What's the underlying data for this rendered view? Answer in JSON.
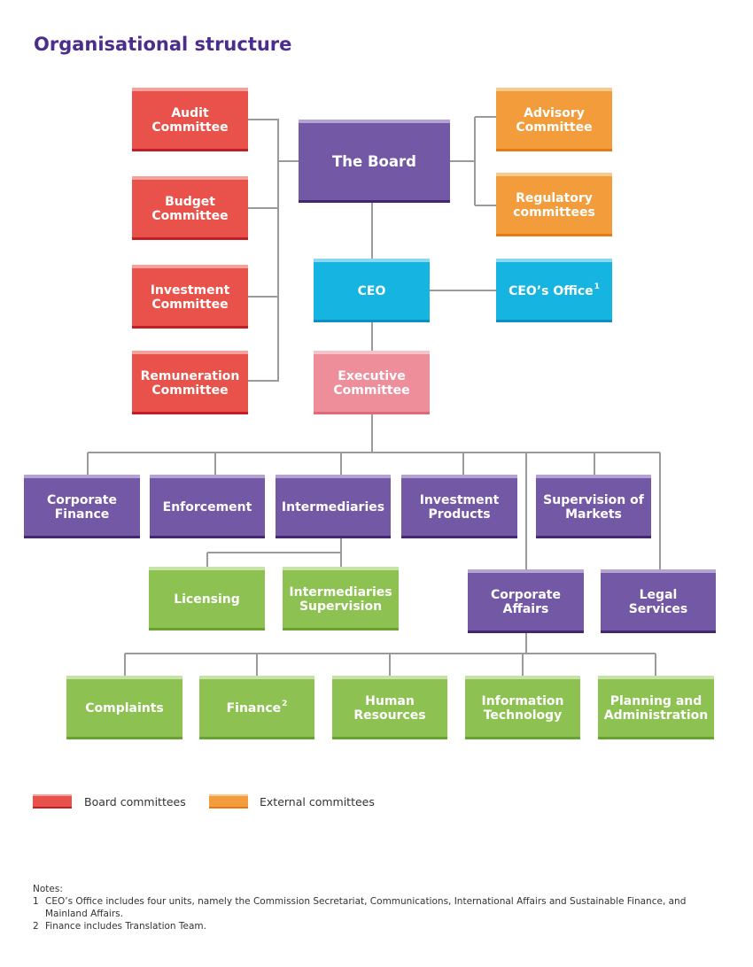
{
  "title": "Organisational structure",
  "colors": {
    "board_committee": "#e8524a",
    "external_committee": "#f39c3c",
    "board_and_divisions": "#7358a6",
    "ceo": "#16b4e0",
    "executive_committee": "#ef8e9b",
    "departments": "#8dc152",
    "connector": "#9a9a9a"
  },
  "nodes": {
    "audit_committee": "Audit\nCommittee",
    "budget_committee": "Budget\nCommittee",
    "investment_committee": "Investment\nCommittee",
    "remuneration_committee": "Remuneration\nCommittee",
    "the_board": "The Board",
    "advisory_committee": "Advisory\nCommittee",
    "regulatory_committees": "Regulatory\ncommittees",
    "ceo": "CEO",
    "ceos_office": "CEO’s Office",
    "ceos_office_note_ref": "1",
    "executive_committee": "Executive\nCommittee",
    "corporate_finance": "Corporate\nFinance",
    "enforcement": "Enforcement",
    "intermediaries": "Intermediaries",
    "investment_products": "Investment\nProducts",
    "supervision_of_markets": "Supervision of\nMarkets",
    "licensing": "Licensing",
    "intermediaries_supervision": "Intermediaries\nSupervision",
    "corporate_affairs": "Corporate\nAffairs",
    "legal_services": "Legal\nServices",
    "complaints": "Complaints",
    "finance": "Finance",
    "finance_note_ref": "2",
    "human_resources": "Human\nResources",
    "information_technology": "Information\nTechnology",
    "planning_and_administration": "Planning and\nAdministration"
  },
  "legend": {
    "board_committees": "Board committees",
    "external_committees": "External committees"
  },
  "notes": {
    "heading": "Notes:",
    "items": [
      {
        "num": "1",
        "text": "CEO’s Office includes four units, namely the Commission Secretariat, Communications, International Affairs and Sustainable Finance, and Mainland Affairs."
      },
      {
        "num": "2",
        "text": "Finance includes Translation Team."
      }
    ]
  }
}
